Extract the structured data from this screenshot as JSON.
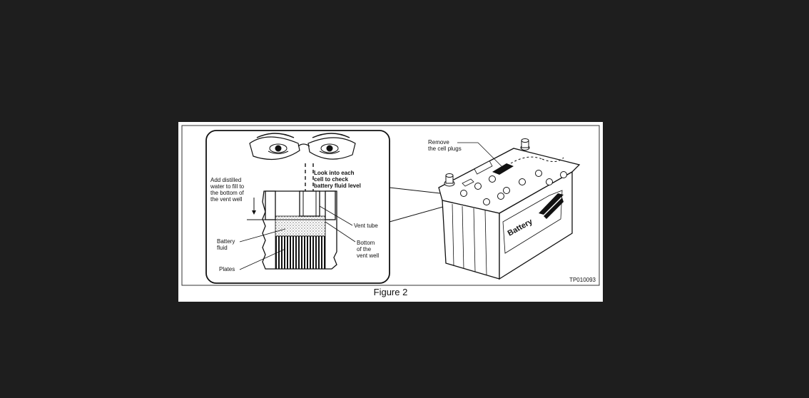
{
  "figure": {
    "caption": "Figure 2",
    "code": "TP010093"
  },
  "labels": {
    "add_water": [
      "Add distilled",
      "water to fill to",
      "the bottom of",
      "the vent well"
    ],
    "look_into": [
      "Look into each",
      "cell to check",
      "battery fluid level"
    ],
    "vent_tube": "Vent tube",
    "battery_fluid": [
      "Battery",
      "fluid"
    ],
    "plates": "Plates",
    "bottom_vent_well": [
      "Bottom",
      "of the",
      "vent well"
    ],
    "remove_plugs": [
      "Remove",
      "the cell plugs"
    ],
    "battery_brand": "Battery"
  }
}
